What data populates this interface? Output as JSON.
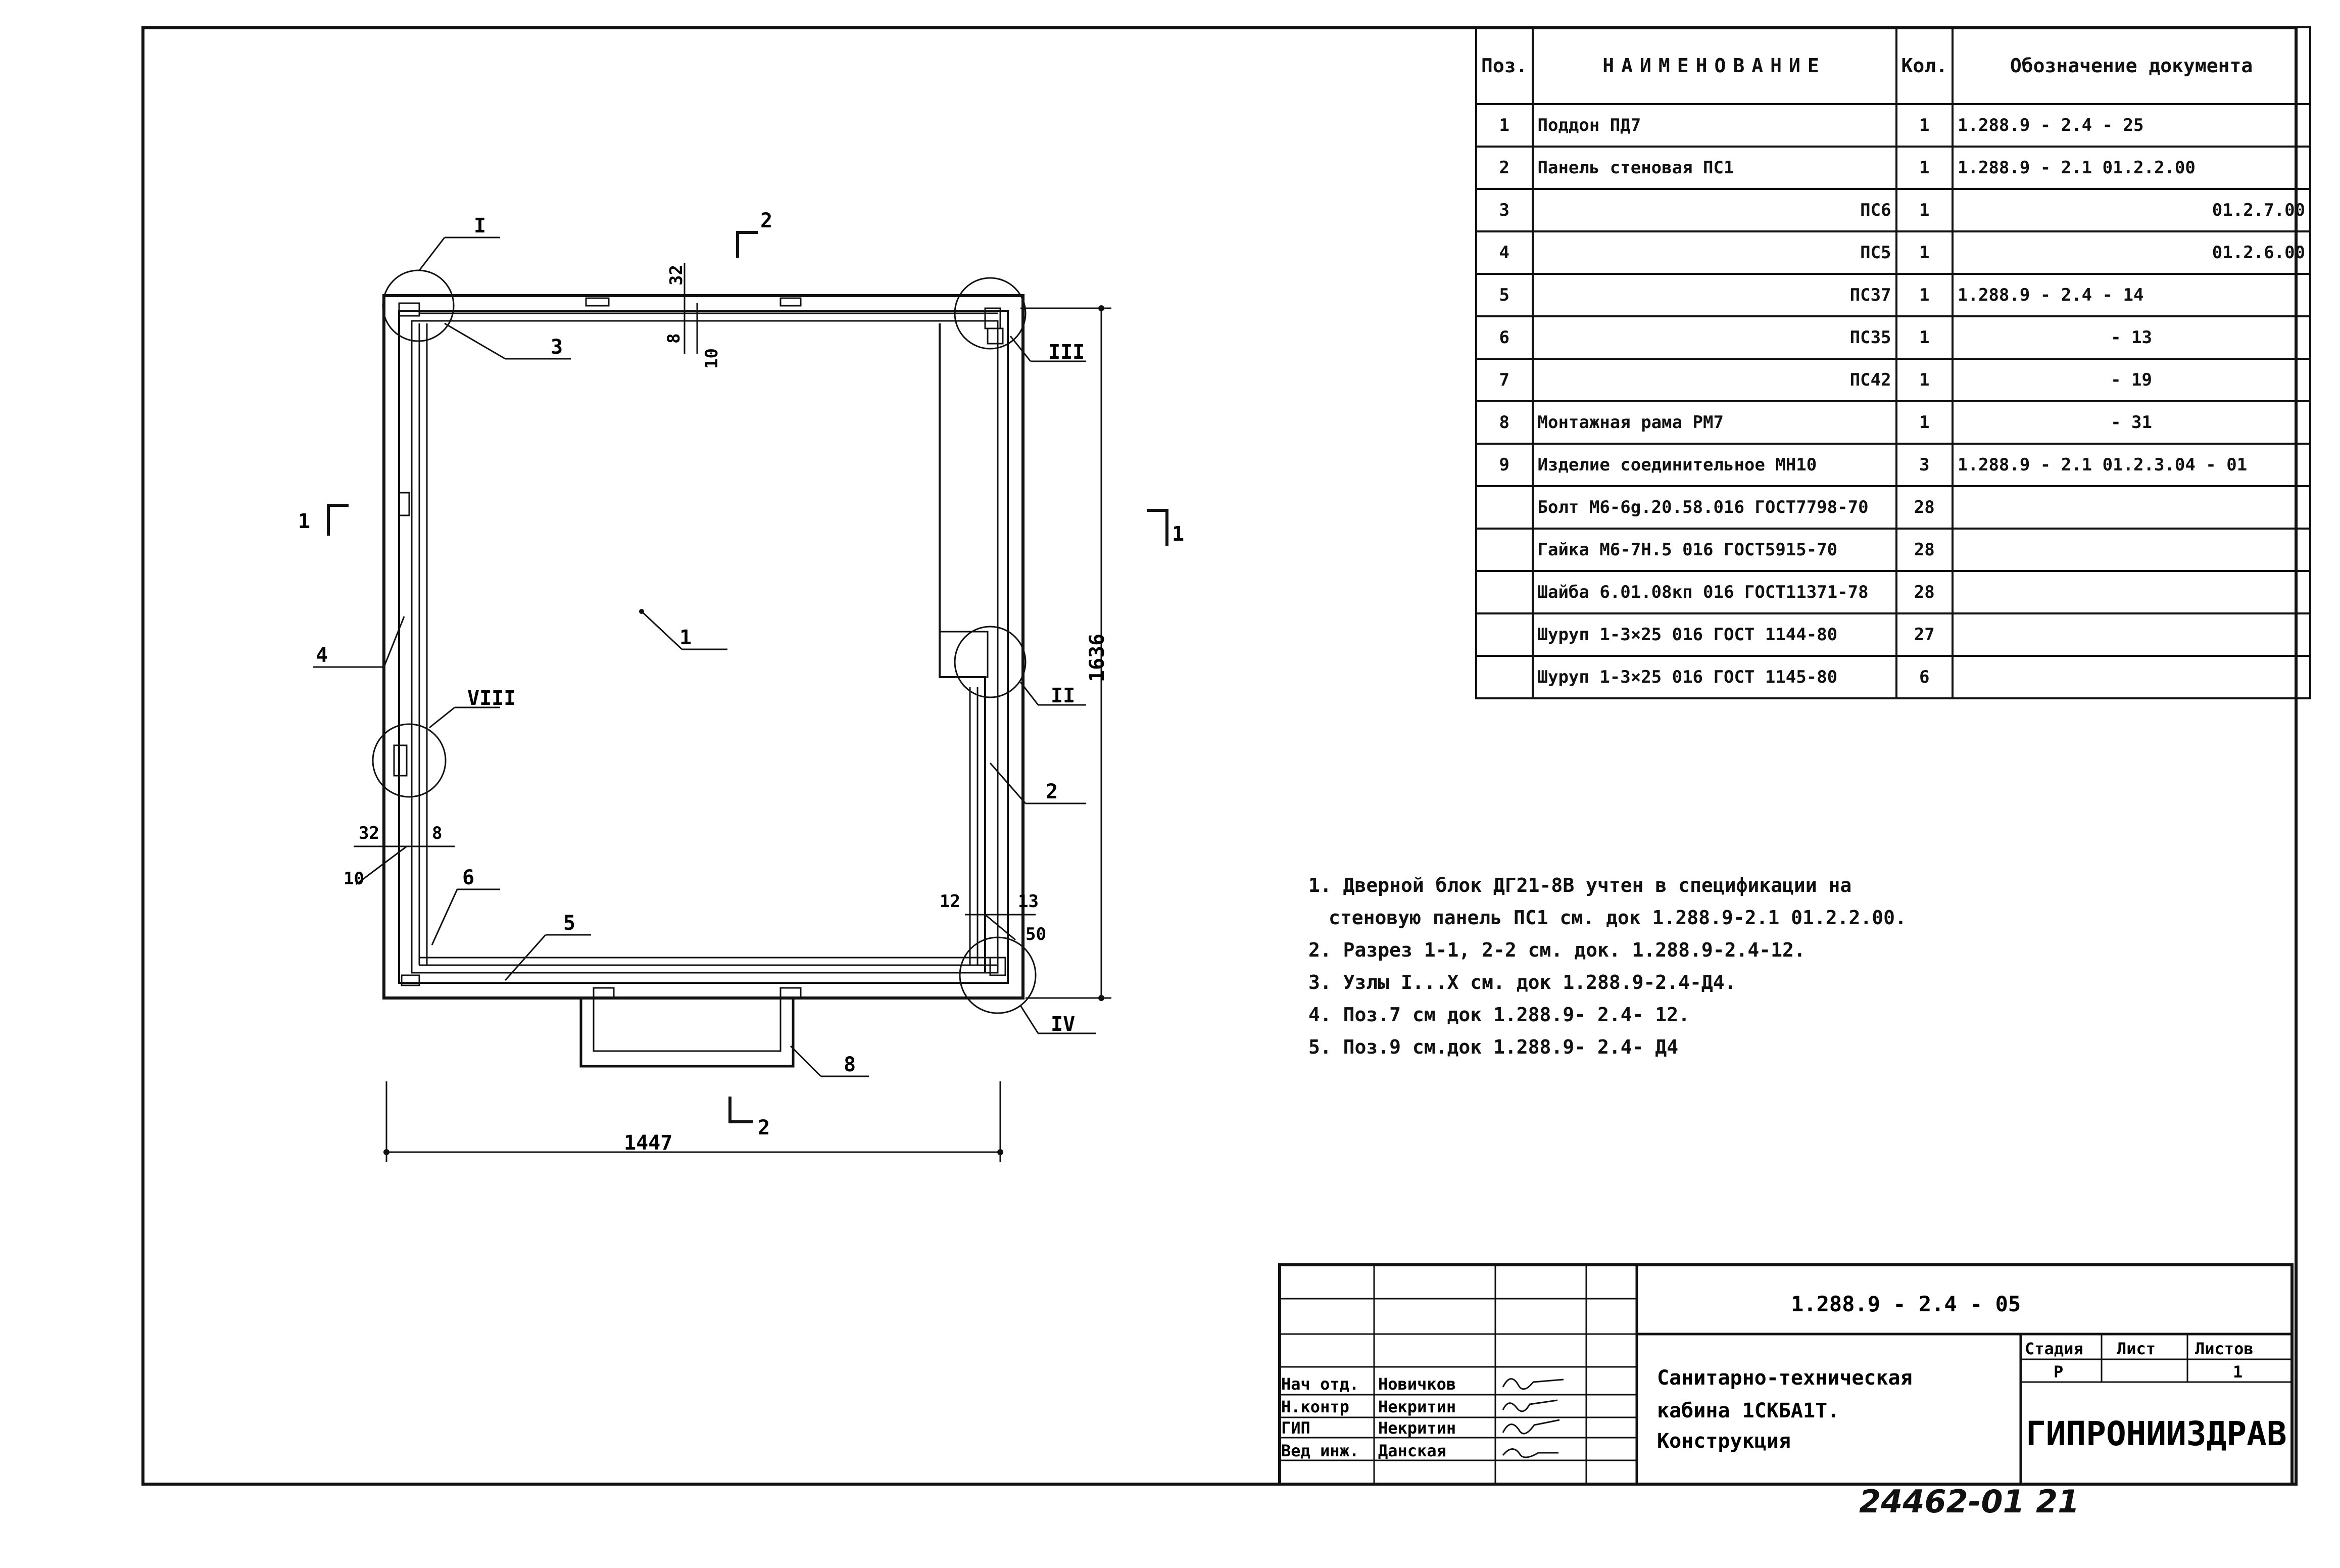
{
  "drawing": {
    "callouts": {
      "n1": "1",
      "n2": "2",
      "n3": "3",
      "n4": "4",
      "n5": "5",
      "n6": "6",
      "n8": "8",
      "node_I": "I",
      "node_II": "II",
      "node_III": "III",
      "node_IV": "IV",
      "node_VIII": "VIII"
    },
    "sections": {
      "s1_left": "1",
      "s1_right": "1",
      "s2_top": "2",
      "s2_bottom": "2"
    },
    "dimensions": {
      "width": "1447",
      "height": "1636",
      "top_32": "32",
      "top_8": "8",
      "top_10": "10",
      "left_32": "32",
      "left_8": "8",
      "left_10": "10",
      "right_12": "12",
      "right_13": "13",
      "right_50": "50"
    }
  },
  "spec_table": {
    "headers": {
      "pos": "Поз.",
      "name": "НАИМЕНОВАНИЕ",
      "qty": "Кол.",
      "doc": "Обозначение документа"
    },
    "rows": [
      {
        "pos": "1",
        "name": "Поддон ПД7",
        "qty": "1",
        "doc": "1.288.9 - 2.4 - 25"
      },
      {
        "pos": "2",
        "name": "Панель стеновая ПС1",
        "qty": "1",
        "doc": "1.288.9 - 2.1   01.2.2.00"
      },
      {
        "pos": "3",
        "name": "ПС6",
        "qty": "1",
        "doc": "01.2.7.00"
      },
      {
        "pos": "4",
        "name": "ПС5",
        "qty": "1",
        "doc": "01.2.6.00"
      },
      {
        "pos": "5",
        "name": "ПС37",
        "qty": "1",
        "doc": "1.288.9 - 2.4 - 14"
      },
      {
        "pos": "6",
        "name": "ПС35",
        "qty": "1",
        "doc": "- 13"
      },
      {
        "pos": "7",
        "name": "ПС42",
        "qty": "1",
        "doc": "- 19"
      },
      {
        "pos": "8",
        "name": "Монтажная рама РМ7",
        "qty": "1",
        "doc": "- 31"
      },
      {
        "pos": "9",
        "name": "Изделие соединительное МН10",
        "qty": "3",
        "doc": "1.288.9 - 2.1   01.2.3.04 - 01"
      },
      {
        "pos": "",
        "name": "Болт М6-6g.20.58.016 ГОСТ7798-70",
        "qty": "28",
        "doc": ""
      },
      {
        "pos": "",
        "name": "Гайка М6-7Н.5 016 ГОСТ5915-70",
        "qty": "28",
        "doc": ""
      },
      {
        "pos": "",
        "name": "Шайба 6.01.08кп 016 ГОСТ11371-78",
        "qty": "28",
        "doc": ""
      },
      {
        "pos": "",
        "name": "Шуруп 1-3×25 016 ГОСТ 1144-80",
        "qty": "27",
        "doc": ""
      },
      {
        "pos": "",
        "name": "Шуруп 1-3×25 016 ГОСТ 1145-80",
        "qty": "6",
        "doc": ""
      }
    ]
  },
  "notes": [
    "1. Дверной блок ДГ21-8В учтен в спецификации на",
    "стеновую панель ПС1 см. док 1.288.9-2.1 01.2.2.00.",
    "2. Разрез 1-1, 2-2  см. док. 1.288.9-2.4-12.",
    "3. Узлы  I...X  см. док 1.288.9-2.4-Д4.",
    "4. Поз.7 см док 1.288.9- 2.4- 12.",
    "5. Поз.9 см.док 1.288.9- 2.4- Д4"
  ],
  "title_block": {
    "doc_code": "1.288.9 - 2.4 - 05",
    "title_lines": [
      "Санитарно-техническая",
      "кабина 1СКБА1Т.",
      "Конструкция"
    ],
    "stage_header": "Стадия",
    "sheet_header": "Лист",
    "sheets_header": "Листов",
    "stage": "Р",
    "sheets": "1",
    "organization": "ГИПРОНИИЗДРАВ",
    "roles": [
      {
        "role": "Нач отд.",
        "name": "Новичков"
      },
      {
        "role": "Н.контр",
        "name": "Некритин"
      },
      {
        "role": "ГИП",
        "name": "Некритин"
      },
      {
        "role": "Вед инж.",
        "name": "Данская"
      }
    ]
  },
  "footer": {
    "archive_no": "24462-01",
    "page_no": "21"
  }
}
